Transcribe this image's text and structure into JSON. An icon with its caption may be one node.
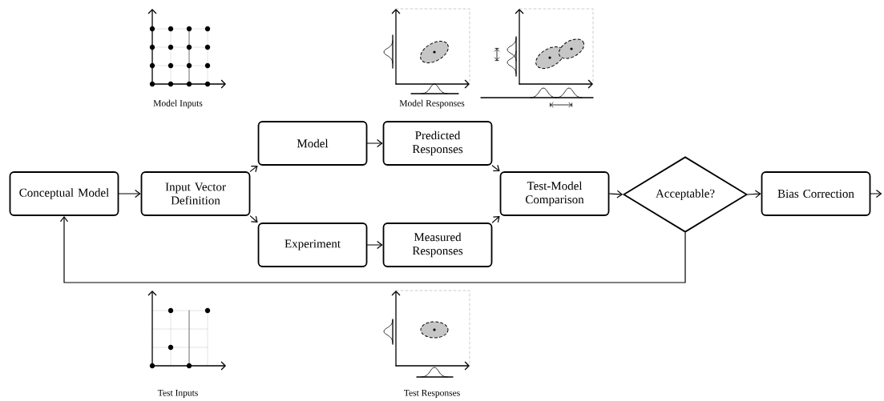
{
  "diagram": {
    "nodes": [
      {
        "text": [
          "Conceptual Model"
        ]
      },
      {
        "text": [
          "Input Vector Definition"
        ]
      },
      {
        "text": [
          "Model"
        ]
      },
      {
        "text": [
          "Predicted Responses"
        ]
      },
      {
        "text": [
          "Experiment"
        ]
      },
      {
        "text": [
          "Measured Responses"
        ]
      },
      {
        "text": [
          "Test-Model Comparison"
        ]
      },
      {
        "text": [
          "Acceptable?"
        ]
      },
      {
        "text": [
          "Bias Correction"
        ]
      }
    ],
    "edges": [
      {
        "from": 0,
        "to": 1,
        "arrow": "to"
      },
      {
        "from": 1,
        "to": 2,
        "arrow": "to"
      },
      {
        "from": 1,
        "to": 4,
        "arrow": "to"
      },
      {
        "from": 2,
        "to": 3,
        "arrow": "to"
      },
      {
        "from": 4,
        "to": 5,
        "arrow": "to"
      },
      {
        "from": 3,
        "to": 6,
        "arrow": "to"
      },
      {
        "from": 5,
        "to": 6,
        "arrow": "to"
      },
      {
        "from": 6,
        "to": 7,
        "arrow": "to"
      },
      {
        "from": 7,
        "to": 8,
        "arrow": "to"
      },
      {
        "from": 8,
        "to": null,
        "arrow": "to"
      },
      {
        "from": 7,
        "to": 0,
        "arrow": "to"
      }
    ],
    "labels": [
      "Model  Inputs",
      "Model Responses",
      "Test  Inputs",
      "Test Responses"
    ]
  }
}
